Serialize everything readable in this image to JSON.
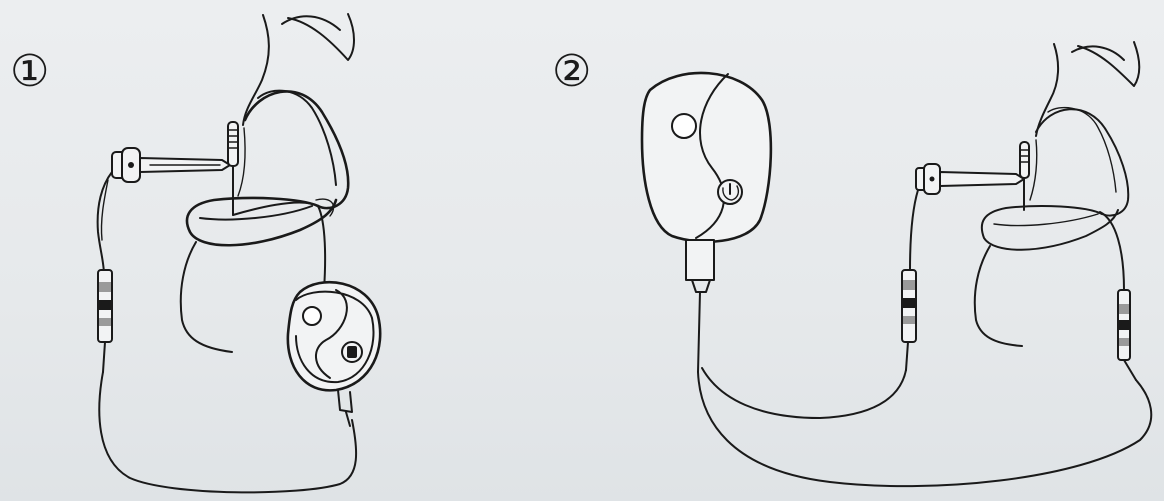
{
  "steps": [
    {
      "number": "①"
    },
    {
      "number": "②"
    }
  ],
  "colors": {
    "background": "#e9ebed",
    "line": "#1a1a1a",
    "device_fill": "#f2f3f4"
  },
  "icons": [
    "person-neck-outline",
    "cuff-connector",
    "sensor-probe",
    "handheld-device",
    "power-button",
    "cable-connector"
  ]
}
